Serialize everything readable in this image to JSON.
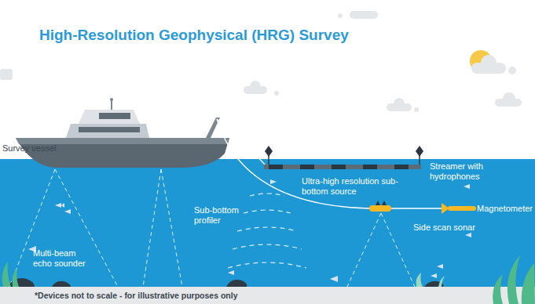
{
  "diagram": {
    "title": "High-Resolution Geophysical (HRG) Survey",
    "caption": "*Devices not to scale - for illustrative purposes only",
    "labels": [
      "Survey vessel",
      "Streamer with hydrophones",
      "Ultra-high resolution sub-bottom source",
      "Magnetometer",
      "Side scan sonar",
      "Sub-bottom profiler",
      "Multi-beam echo sounder"
    ]
  }
}
